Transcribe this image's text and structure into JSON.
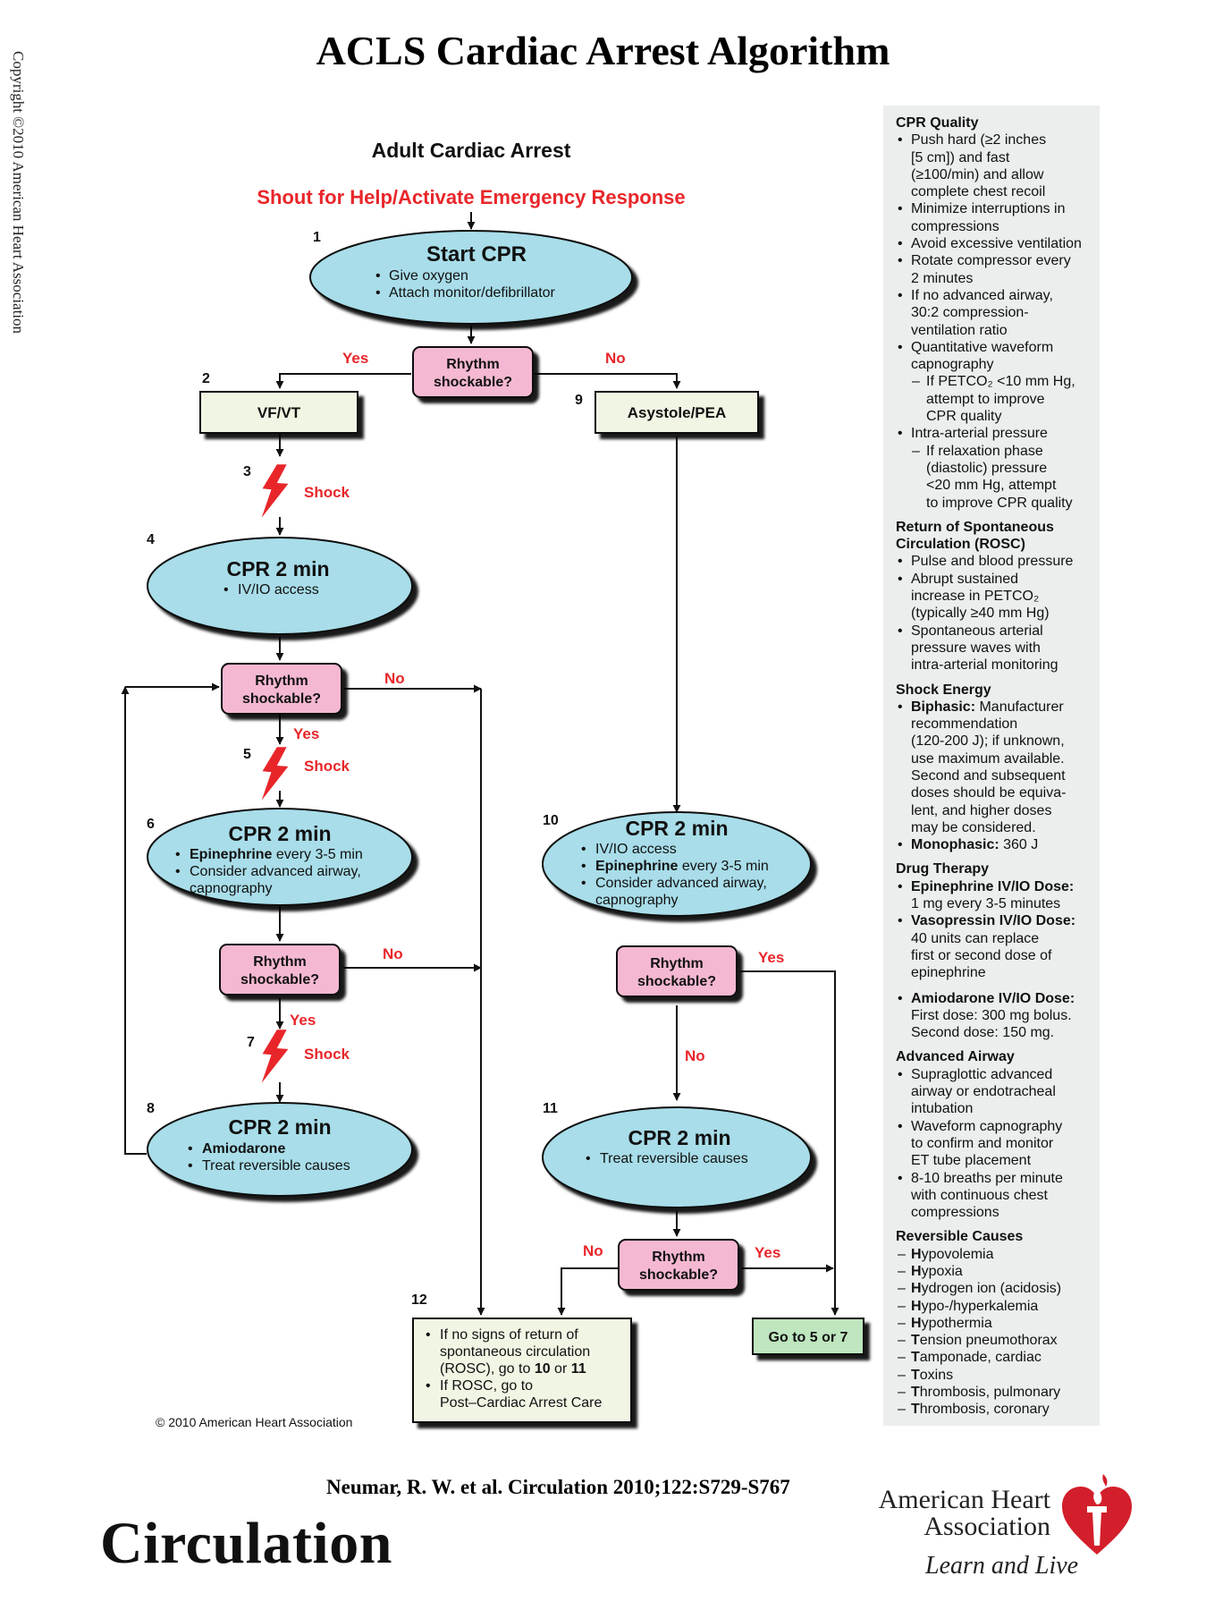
{
  "title": "ACLS Cardiac Arrest Algorithm",
  "copyright": "Copyright ©2010 American Heart Association",
  "diagram": {
    "heading": "Adult Cardiac Arrest",
    "shout": "Shout for Help/Activate Emergency Response",
    "step_numbers": [
      "1",
      "2",
      "3",
      "4",
      "5",
      "6",
      "7",
      "8",
      "9",
      "10",
      "11",
      "12"
    ],
    "start_cpr": {
      "title": "Start CPR",
      "items": [
        "Give oxygen",
        "Attach monitor/defibrillator"
      ]
    },
    "rhythm_label_1": "Rhythm",
    "rhythm_label_2": "shockable?",
    "yes": "Yes",
    "no": "No",
    "vfvt": "VF/VT",
    "asystole": "Asystole/PEA",
    "shock": "Shock",
    "cpr2": "CPR 2 min",
    "box4_items": [
      "IV/IO access"
    ],
    "box6": {
      "b1_bold": "Epinephrine",
      "b1_rest": " every 3-5 min",
      "b2": "Consider advanced airway,",
      "b2b": "capnography"
    },
    "box8": {
      "b1_bold": "Amiodarone",
      "b2": "Treat reversible causes"
    },
    "box10": {
      "b0": "IV/IO access",
      "b1_bold": "Epinephrine",
      "b1_rest": " every 3-5 min",
      "b2": "Consider advanced airway,",
      "b2b": "capnography"
    },
    "box11": {
      "b1": "Treat reversible causes"
    },
    "box12": {
      "l1": "If no signs of return of",
      "l2": "spontaneous circulation",
      "l3a": "(ROSC), go to ",
      "l3b": "10",
      "l3c": " or ",
      "l3d": "11",
      "l4": "If ROSC, go to",
      "l5": "Post–Cardiac Arrest Care"
    },
    "goto": "Go to 5 or 7",
    "diagram_copyright": "© 2010 American Heart Association"
  },
  "sidebar": {
    "cpr_quality_title": "CPR Quality",
    "cpr_quality": [
      "Push hard (≥2 inches",
      "[5 cm]) and fast",
      "(≥100/min) and allow",
      "complete chest recoil",
      "Minimize interruptions in",
      "compressions",
      "Avoid excessive ventilation",
      "Rotate compressor every",
      "2 minutes",
      "If no advanced airway,",
      "30:2 compression-",
      "ventilation ratio",
      "Quantitative waveform",
      "capnography",
      "If PETCO₂ <10 mm Hg,",
      "attempt to improve",
      "CPR quality",
      "Intra-arterial pressure",
      "If relaxation phase",
      "(diastolic) pressure",
      "<20 mm Hg, attempt",
      "to improve CPR quality"
    ],
    "rosc_title_1": "Return of Spontaneous",
    "rosc_title_2": "Circulation (ROSC)",
    "rosc": [
      "Pulse and blood pressure",
      "Abrupt sustained",
      "increase in PETCO₂",
      "(typically ≥40 mm Hg)",
      "Spontaneous arterial",
      "pressure waves with",
      "intra-arterial monitoring"
    ],
    "shock_energy_title": "Shock Energy",
    "shock_energy": {
      "biphasic_label": "Biphasic:",
      "biphasic_lines": [
        " Manufacturer",
        "recommendation",
        "(120-200 J); if unknown,",
        "use maximum available.",
        "Second and subsequent",
        "doses should be equiva-",
        "lent, and higher doses",
        "may be considered."
      ],
      "monophasic_label": "Monophasic:",
      "monophasic_value": " 360 J"
    },
    "drug_title": "Drug Therapy",
    "drug": {
      "epi_label": "Epinephrine IV/IO Dose:",
      "epi_value": "1 mg every 3-5 minutes",
      "vaso_label": "Vasopressin IV/IO Dose:",
      "vaso_lines": [
        "40 units can replace",
        "first or second dose of",
        "epinephrine"
      ],
      "amio_label": "Amiodarone IV/IO Dose:",
      "amio_lines": [
        "First dose: 300 mg bolus.",
        "Second dose: 150 mg."
      ]
    },
    "airway_title": "Advanced Airway",
    "airway": [
      "Supraglottic advanced",
      "airway or endotracheal",
      "intubation",
      "Waveform capnography",
      "to confirm and monitor",
      "ET tube placement",
      "8-10 breaths per minute",
      "with continuous chest",
      "compressions"
    ],
    "causes_title": "Reversible Causes",
    "causes": [
      {
        "b": "H",
        "r": "ypovolemia"
      },
      {
        "b": "H",
        "r": "ypoxia"
      },
      {
        "b": "H",
        "r": "ydrogen ion (acidosis)"
      },
      {
        "b": "H",
        "r": "ypo-/hyperkalemia"
      },
      {
        "b": "H",
        "r": "ypothermia"
      },
      {
        "b": "T",
        "r": "ension pneumothorax"
      },
      {
        "b": "T",
        "r": "amponade, cardiac"
      },
      {
        "b": "T",
        "r": "oxins"
      },
      {
        "b": "T",
        "r": "hrombosis, pulmonary"
      },
      {
        "b": "T",
        "r": "hrombosis, coronary"
      }
    ]
  },
  "citation": "Neumar, R. W. et al. Circulation 2010;122:S729-S767",
  "journal": "Circulation",
  "aha": {
    "name_1": "American Heart",
    "name_2": "Association",
    "tagline": "Learn and Live"
  },
  "colors": {
    "oval": "#a8dde9",
    "diamond": "#f5b8d2",
    "box": "#f1f5e4",
    "goto": "#bfe6bf",
    "red": "#e8262a",
    "line": "#111111",
    "sidebar": "#eceeee"
  }
}
